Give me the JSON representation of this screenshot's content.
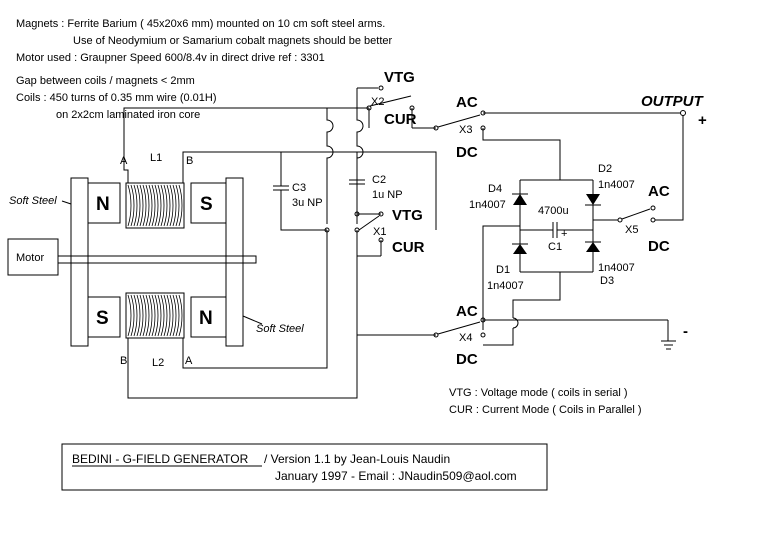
{
  "notes": {
    "magnets": "Magnets : Ferrite Barium ( 45x20x6 mm) mounted on 10 cm soft steel arms.",
    "neodymium": "Use of Neodymium or Samarium cobalt magnets should be better",
    "motor": "Motor used : Graupner Speed 600/8.4v in direct drive ref : 3301",
    "gap": "Gap between coils / magnets < 2mm",
    "coils": "Coils : 450 turns of 0.35 mm wire (0.01H)",
    "core": "on 2x2cm laminated iron core"
  },
  "labels": {
    "motor": "Motor",
    "soft_steel": "Soft Steel",
    "pole_n": "N",
    "pole_s": "S",
    "l1": "L1",
    "l2": "L2",
    "term_a": "A",
    "term_b": "B"
  },
  "components": {
    "c1": {
      "name": "C1",
      "value": "4700u",
      "polarity": "+"
    },
    "c2": {
      "name": "C2",
      "value": "1u NP"
    },
    "c3": {
      "name": "C3",
      "value": "3u NP"
    },
    "d1": {
      "name": "D1",
      "part": "1n4007"
    },
    "d2": {
      "name": "D2",
      "part": "1n4007"
    },
    "d3": {
      "name": "D3",
      "part": "1n4007"
    },
    "d4": {
      "name": "D4",
      "part": "1n4007"
    }
  },
  "switches": {
    "x1": {
      "name": "X1",
      "pos1": "VTG",
      "pos2": "CUR"
    },
    "x2": {
      "name": "X2",
      "pos1": "VTG",
      "pos2": "CUR"
    },
    "x3": {
      "name": "X3",
      "pos1": "AC",
      "pos2": "DC"
    },
    "x4": {
      "name": "X4",
      "pos1": "AC",
      "pos2": "DC"
    },
    "x5": {
      "name": "X5",
      "pos1": "AC",
      "pos2": "DC"
    }
  },
  "output": {
    "label": "OUTPUT",
    "plus": "+",
    "minus": "-"
  },
  "legend": {
    "vtg": "VTG : Voltage mode ( coils in serial )",
    "cur": "CUR : Current Mode ( Coils in Parallel )"
  },
  "title": {
    "main": "BEDINI - G-FIELD GENERATOR",
    "version": "/ Version 1.1 by Jean-Louis Naudin",
    "date": "January 1997 -  Email : JNaudin509@aol.com"
  }
}
